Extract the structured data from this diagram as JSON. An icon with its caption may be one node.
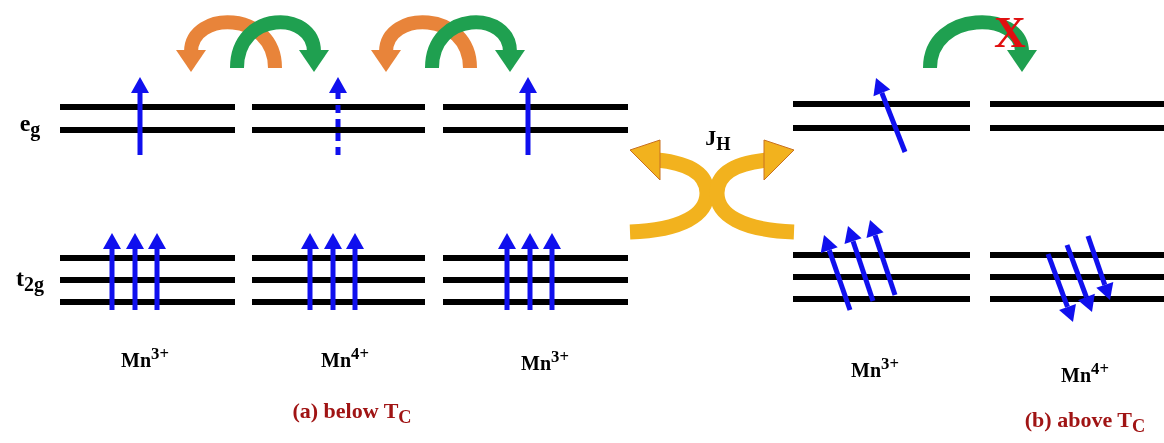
{
  "diagram": {
    "labels": [
      "X",
      "e$_{g}$",
      "J$_{H}$",
      "t$_{2g}$",
      "Mn$^{3+}$",
      "Mn$^{4+}$",
      "Mn$^{3+}$",
      "Mn$^{3+}$",
      "Mn$^{4+}$",
      "(a) below T$_{C}$",
      "(b) above T$_{C}$"
    ]
  }
}
